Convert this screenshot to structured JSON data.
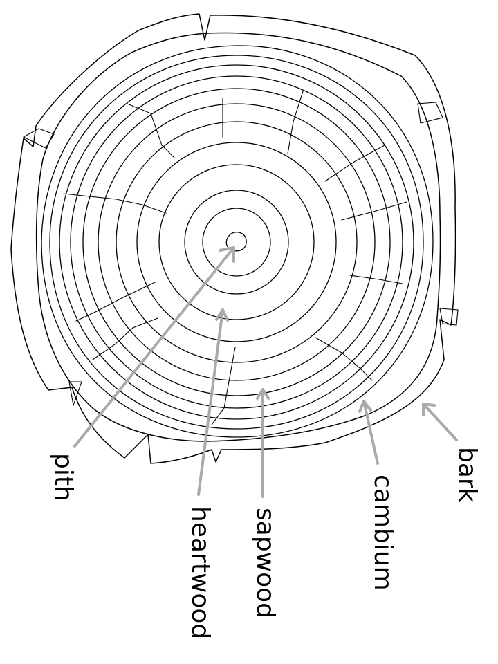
{
  "labels": {
    "pith": "pith",
    "heartwood": "heartwood",
    "sapwood": "sapwood",
    "cambium": "cambium",
    "bark": "bark"
  },
  "colors": {
    "outline": "#000000",
    "pointer": "#aaaaaa",
    "background": "#ffffff"
  }
}
